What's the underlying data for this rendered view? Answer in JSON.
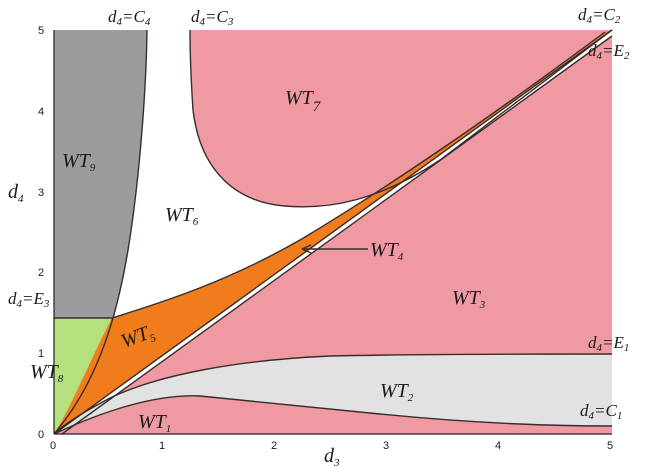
{
  "colors": {
    "pink": "#ef9aa3",
    "gray": "#9c9c9e",
    "light_gray": "#e2e2e2",
    "green": "#b4e07e",
    "orange": "#f07c1c",
    "white": "#ffffff",
    "line": "#3a2c2c"
  },
  "axes": {
    "x_label": {
      "main": "d",
      "sub": "3"
    },
    "y_label": {
      "main": "d",
      "sub": "4"
    },
    "x_range": [
      0,
      5
    ],
    "y_range": [
      0,
      5
    ],
    "x_ticks": [
      "0",
      "1",
      "2",
      "3",
      "4",
      "5"
    ],
    "y_ticks": [
      "0",
      "1",
      "2",
      "3",
      "4",
      "5"
    ]
  },
  "regions": [
    {
      "id": "wt1",
      "main": "WT",
      "sub": "1",
      "fill": "pink"
    },
    {
      "id": "wt2",
      "main": "WT",
      "sub": "2",
      "fill": "light_gray"
    },
    {
      "id": "wt3",
      "main": "WT",
      "sub": "3",
      "fill": "pink"
    },
    {
      "id": "wt4",
      "main": "WT",
      "sub": "4",
      "fill": "white"
    },
    {
      "id": "wt5",
      "main": "WT",
      "sub": "5",
      "fill": "orange"
    },
    {
      "id": "wt6",
      "main": "WT",
      "sub": "6",
      "fill": "white"
    },
    {
      "id": "wt7",
      "main": "WT",
      "sub": "7",
      "fill": "pink"
    },
    {
      "id": "wt8",
      "main": "WT",
      "sub": "8",
      "fill": "green"
    },
    {
      "id": "wt9",
      "main": "WT",
      "sub": "9",
      "fill": "gray"
    }
  ],
  "boundaries": [
    {
      "id": "c4",
      "text": "d",
      "sub": "4",
      "eq": "=C",
      "eqsub": "4"
    },
    {
      "id": "c3",
      "text": "d",
      "sub": "4",
      "eq": "=C",
      "eqsub": "3"
    },
    {
      "id": "c2",
      "text": "d",
      "sub": "4",
      "eq": "=C",
      "eqsub": "2"
    },
    {
      "id": "e2",
      "text": "d",
      "sub": "4",
      "eq": "=E",
      "eqsub": "2"
    },
    {
      "id": "e3",
      "text": "d",
      "sub": "4",
      "eq": "=E",
      "eqsub": "3"
    },
    {
      "id": "e1",
      "text": "d",
      "sub": "4",
      "eq": "=E",
      "eqsub": "1"
    },
    {
      "id": "c1",
      "text": "d",
      "sub": "4",
      "eq": "=C",
      "eqsub": "1"
    }
  ]
}
